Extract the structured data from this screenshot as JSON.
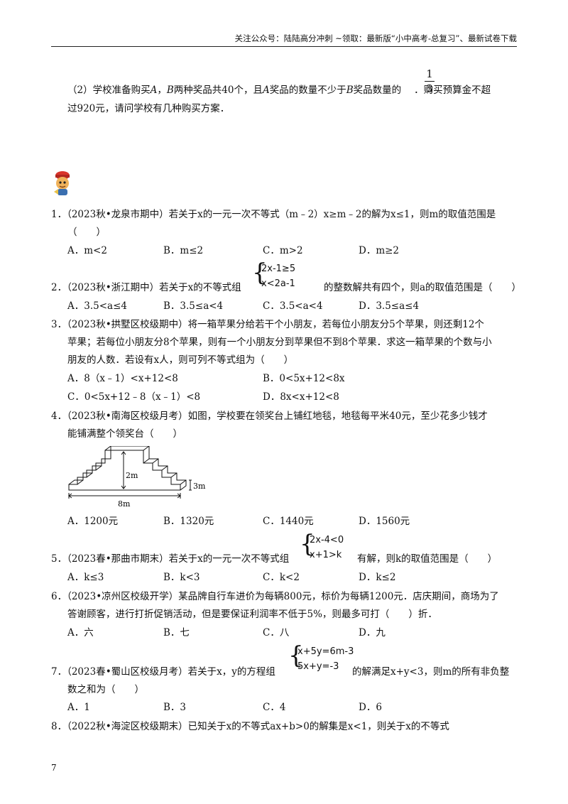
{
  "header": {
    "text": "关注公众号：陆陆高分冲刺 ~领取：最新版“小中高考-总复习”、最新试卷下载"
  },
  "intro": {
    "line1_a": "（2）学校准备购买",
    "line1_A": "A",
    "line1_sep": "，",
    "line1_B": "B",
    "line1_b": "两种奖品共40个，且",
    "line1_A2": "A",
    "line1_c": "奖品的数量不少于",
    "line1_B2": "B",
    "line1_d": "奖品数量的",
    "frac_num": "1",
    "frac_den": "3",
    "line1_e": "．购买预算金不超",
    "line2": "过920元，请问学校有几种购买方案．"
  },
  "questions": {
    "q1": {
      "line1": "1．（2023秋•龙泉市期中）若关于x的一元一次不等式（m﹣2）x≥m﹣2的解为x≤1，则m的取值范围是",
      "line2": "（　　）",
      "A": "A．m<2",
      "B": "B．m≤2",
      "C": "C．m>2",
      "D": "D．m≥2"
    },
    "q2": {
      "pre": "2．（2023秋•浙江期中）若关于x的不等式组",
      "sys1": "2x-1≥5",
      "sys2": "x<2a-1",
      "post": "的整数解共有四个，则a的取值范围是（　　）",
      "A": "A．3.5<a≤4",
      "B": "B．3.5≤a<4",
      "C": "C．3.5<a<4",
      "D": "D．3.5≤a≤4"
    },
    "q3": {
      "line1": "3．（2023秋•拱墅区校级期中）将一箱苹果分给若干个小朋友，若每位小朋友分5个苹果，则还剩12个",
      "line2": "苹果；若每位小朋友分8个苹果，则有一个小朋友分到苹果但不到8个苹果．求这一箱苹果的个数与小",
      "line3": "朋友的人数．若设有x人，则可列不等式组为（　　）",
      "A": "A．8（x﹣1）<x+12<8",
      "B": "B．0<5x+12<8x",
      "C": "C．0<5x+12﹣8（x﹣1）<8",
      "D": "D．8x<x+12<8"
    },
    "q4": {
      "line1": "4．（2023秋•南海区校级月考）如图，学校要在领奖台上铺红地毯，地毯每平米40元，至少花多少钱才",
      "line2": "能铺满整个领奖台（　　）",
      "fig_h1": "2m",
      "fig_h2": "3m",
      "fig_w": "8m",
      "A": "A．1200元",
      "B": "B．1320元",
      "C": "C．1440元",
      "D": "D．1560元"
    },
    "q5": {
      "pre": "5．（2023春•那曲市期末）若关于x的一元一次不等式组",
      "sys1": "2x-4<0",
      "sys2": "x+1>k",
      "post": "有解，则k的取值范围是（　　）",
      "A": "A．k≤3",
      "B": "B．k<3",
      "C": "C．k<2",
      "D": "D．k≤2"
    },
    "q6": {
      "line1": "6．（2023•凉州区校级开学）某品牌自行车进价为每辆800元，标价为每辆1200元．店庆期间，商场为了",
      "line2": "答谢顾客，进行打折促销活动，但是要保证利润率不低于5%，则最多可打（　　）折．",
      "A": "A．六",
      "B": "B．七",
      "C": "C．八",
      "D": "D．九"
    },
    "q7": {
      "pre": "7．（2023春•蜀山区校级月考）若关于x，y的方程组",
      "sys1": "x+5y=6m-3",
      "sys2": "5x+y=-3",
      "post": "的解满足x+y<3，则m的所有非负整",
      "line2": "数之和为（　　）",
      "A": "A．1",
      "B": "B．3",
      "C": "C．4",
      "D": "D．6"
    },
    "q8": {
      "line1": "8．（2022秋•海淀区校级期末）已知关于x的不等式ax+b>0的解集是x<1，则关于x的不等式"
    }
  },
  "page_number": "7"
}
